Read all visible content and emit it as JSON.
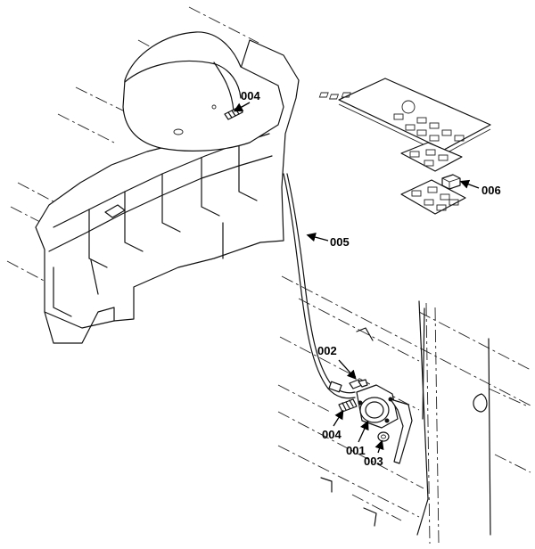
{
  "callouts": [
    {
      "id": "004_top",
      "label": "004"
    },
    {
      "id": "005",
      "label": "005"
    },
    {
      "id": "006",
      "label": "006"
    },
    {
      "id": "002",
      "label": "002"
    },
    {
      "id": "004_bottom",
      "label": "004"
    },
    {
      "id": "001",
      "label": "001"
    },
    {
      "id": "003",
      "label": "003"
    }
  ]
}
